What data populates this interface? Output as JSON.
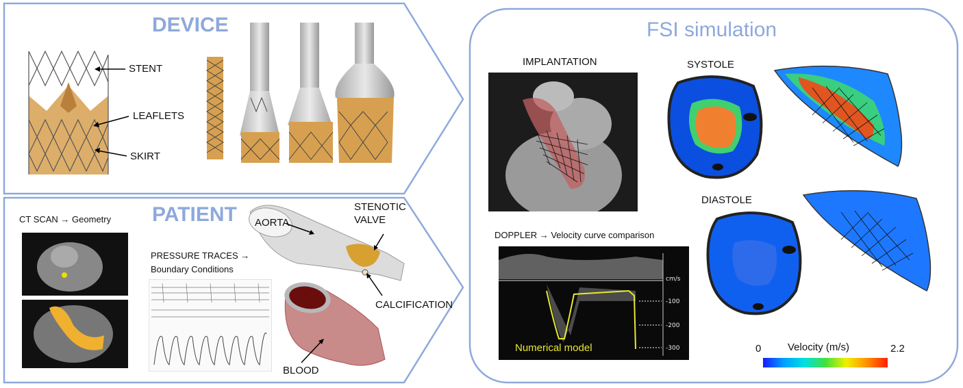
{
  "device": {
    "title": "DEVICE",
    "labels": [
      "STENT",
      "LEAFLETS",
      "SKIRT"
    ]
  },
  "patient": {
    "title": "PATIENT",
    "ct_caption": "CT SCAN → Geometry",
    "pressure_caption_1": "PRESSURE TRACES →",
    "pressure_caption_2": "Boundary Conditions",
    "labels": {
      "aorta": "AORTA",
      "stenotic_1": "STENOTIC",
      "stenotic_2": "VALVE",
      "calcification": "CALCIFICATION",
      "blood": "BLOOD"
    }
  },
  "fsi": {
    "title": "FSI simulation",
    "implantation": "IMPLANTATION",
    "systole": "SYSTOLE",
    "diastole": "DIASTOLE",
    "doppler_caption": "DOPPLER → Velocity curve comparison",
    "doppler_units": "cm/s",
    "doppler_ticks": [
      "-100",
      "-200",
      "-300"
    ],
    "numerical_model": "Numerical model",
    "colorbar": {
      "label": "Velocity (m/s)",
      "min": "0",
      "max": "2.2",
      "colors": [
        "#1a1aff",
        "#00a0ff",
        "#00e0e0",
        "#40e040",
        "#f0f000",
        "#ff9000",
        "#ff2000"
      ]
    }
  },
  "colors": {
    "panel_border": "#8ea9db",
    "title": "#8ea9db",
    "gold": "#d7a050",
    "doppler_curve": "#e8e830"
  }
}
